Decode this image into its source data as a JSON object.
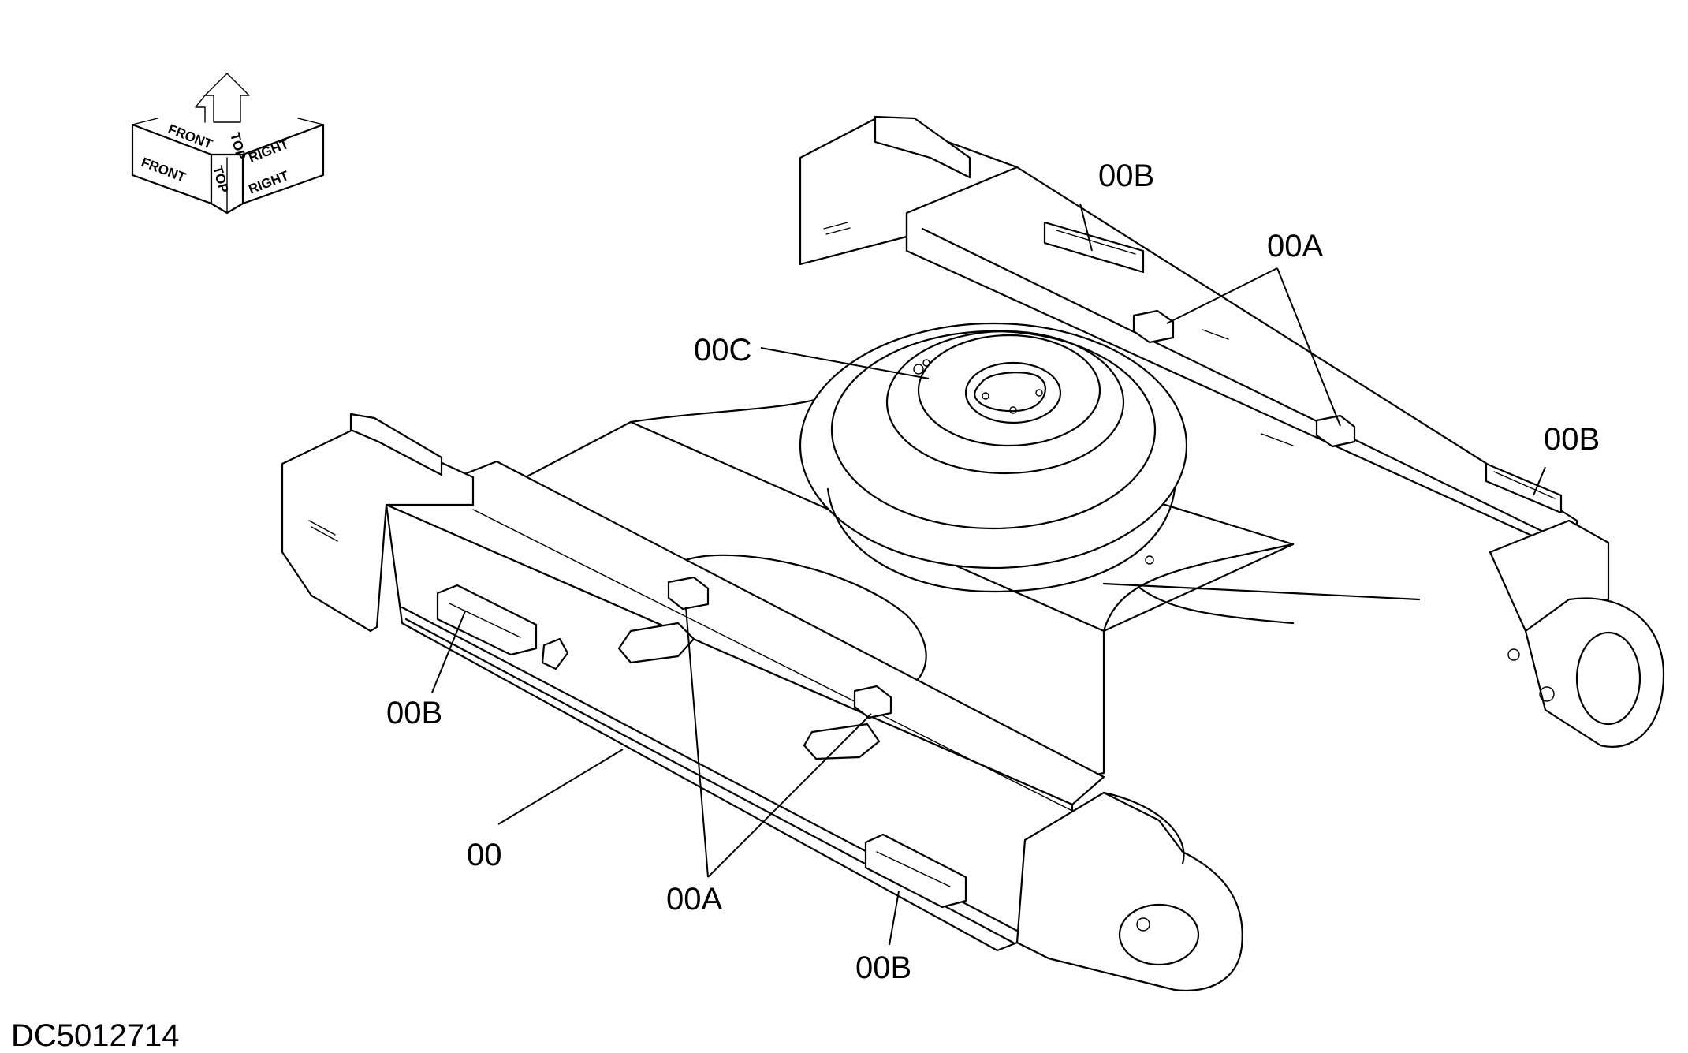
{
  "drawing_id": "DC5012714",
  "orientation_cube": {
    "front": "FRONT",
    "top_left": "TOP",
    "top_right": "TOP",
    "right": "RIGHT"
  },
  "callouts": {
    "frame": "00",
    "wear_pad_a": "00A",
    "guard_b": "00B",
    "swivel_c": "00C"
  }
}
